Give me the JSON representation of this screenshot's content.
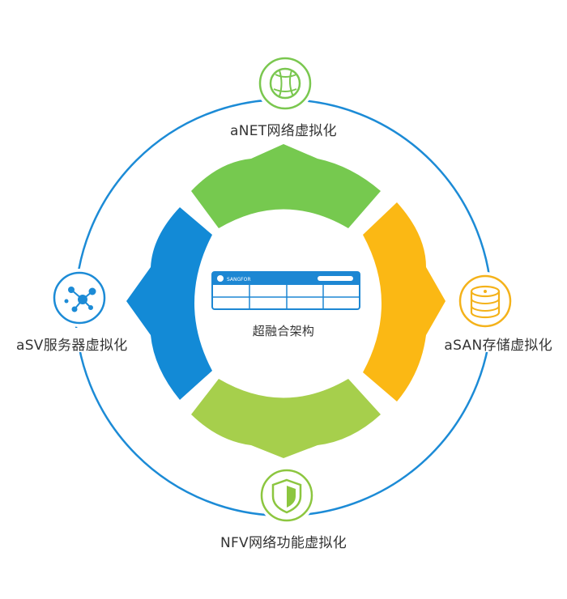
{
  "center": {
    "label": "超融合架构",
    "badge_text": "SANGFOR"
  },
  "nodes": {
    "top": {
      "label": "aNET网络虚拟化",
      "icon": "network-globe-icon",
      "color": "#7ac74f"
    },
    "right": {
      "label": "aSAN存储虚拟化",
      "icon": "storage-disk-icon",
      "color": "#f4b21a"
    },
    "bottom": {
      "label": "NFV网络功能虚拟化",
      "icon": "shield-icon",
      "color": "#8cc63f"
    },
    "left": {
      "label": "aSV服务器虚拟化",
      "icon": "server-cluster-icon",
      "color": "#1c8bd6"
    }
  },
  "colors": {
    "ring": "#1c8bd6",
    "segment_top": "#76c94f",
    "segment_right": "#fbb814",
    "segment_bottom": "#a6cf4c",
    "segment_left": "#138ad6",
    "device": "#1d87d3"
  }
}
